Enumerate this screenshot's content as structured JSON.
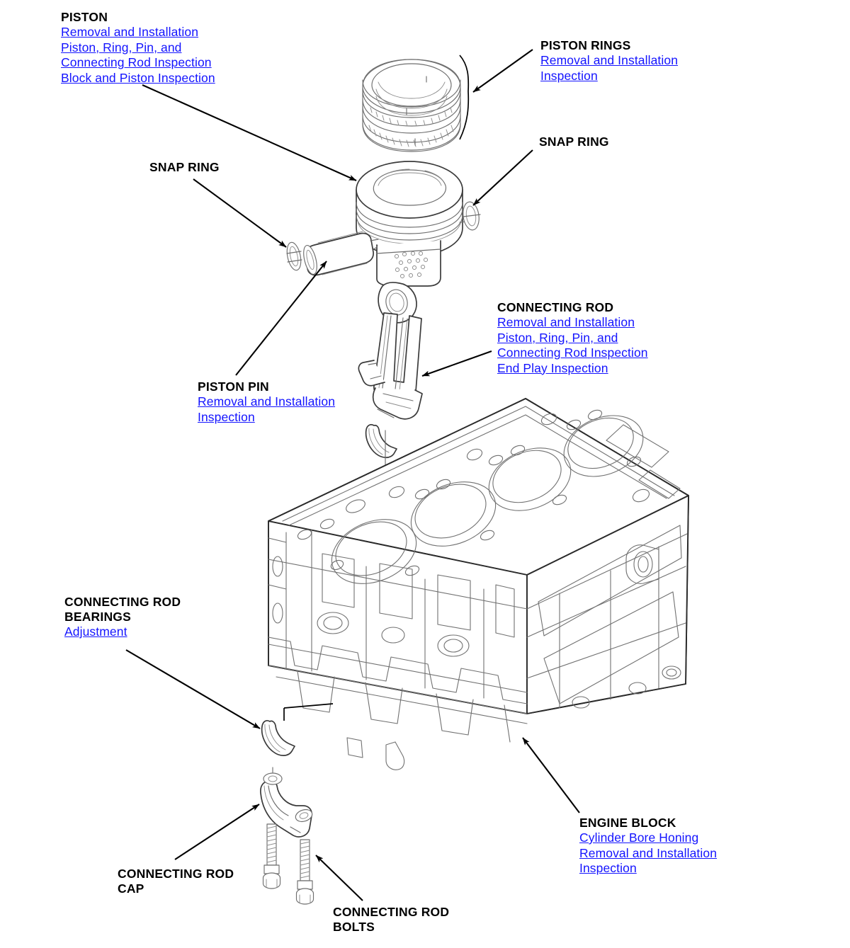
{
  "document": {
    "type": "exploded-parts-diagram",
    "subject": "Engine Block, Piston, and Connecting Rod Assembly"
  },
  "callouts": [
    {
      "id": "piston",
      "title": "PISTON",
      "links": [
        "Removal and Installation",
        "Piston, Ring, Pin, and",
        "Connecting Rod Inspection",
        "Block and Piston Inspection"
      ]
    },
    {
      "id": "piston_rings",
      "title": "PISTON RINGS",
      "links": [
        "Removal and Installation",
        "Inspection"
      ]
    },
    {
      "id": "snap_ring_left",
      "title": "SNAP RING",
      "links": []
    },
    {
      "id": "snap_ring_right",
      "title": "SNAP RING",
      "links": []
    },
    {
      "id": "connecting_rod",
      "title": "CONNECTING ROD",
      "links": [
        "Removal and Installation",
        "Piston, Ring, Pin, and",
        "Connecting Rod Inspection",
        "End Play Inspection"
      ]
    },
    {
      "id": "piston_pin",
      "title": "PISTON PIN",
      "links": [
        "Removal and Installation",
        "Inspection"
      ]
    },
    {
      "id": "connecting_rod_bearings",
      "title_line1": "CONNECTING ROD",
      "title_line2": "BEARINGS",
      "links": [
        "Adjustment"
      ]
    },
    {
      "id": "engine_block",
      "title": "ENGINE BLOCK",
      "links": [
        "Cylinder Bore Honing",
        "Removal and Installation",
        "Inspection"
      ]
    },
    {
      "id": "connecting_rod_cap",
      "title_line1": "CONNECTING ROD",
      "title_line2": "CAP",
      "links": []
    },
    {
      "id": "connecting_rod_bolts",
      "title_line1": "CONNECTING ROD",
      "title_line2": "BOLTS",
      "links": []
    }
  ],
  "colors": {
    "link": "#1414ff",
    "title": "#000000",
    "line_art": "#333333",
    "leader": "#000000",
    "background": "#ffffff"
  },
  "parts": [
    {
      "name": "piston-rings",
      "label": "piston ring set"
    },
    {
      "name": "piston",
      "label": "piston"
    },
    {
      "name": "snap-ring-left",
      "label": "snap ring"
    },
    {
      "name": "snap-ring-right",
      "label": "snap ring"
    },
    {
      "name": "piston-pin",
      "label": "piston pin"
    },
    {
      "name": "connecting-rod",
      "label": "connecting rod"
    },
    {
      "name": "upper-rod-bearing",
      "label": "connecting rod bearing (upper)"
    },
    {
      "name": "lower-rod-bearing",
      "label": "connecting rod bearing (lower)"
    },
    {
      "name": "engine-block",
      "label": "engine block"
    },
    {
      "name": "connecting-rod-cap",
      "label": "connecting rod cap"
    },
    {
      "name": "connecting-rod-bolt-1",
      "label": "connecting rod bolt"
    },
    {
      "name": "connecting-rod-bolt-2",
      "label": "connecting rod bolt"
    }
  ]
}
